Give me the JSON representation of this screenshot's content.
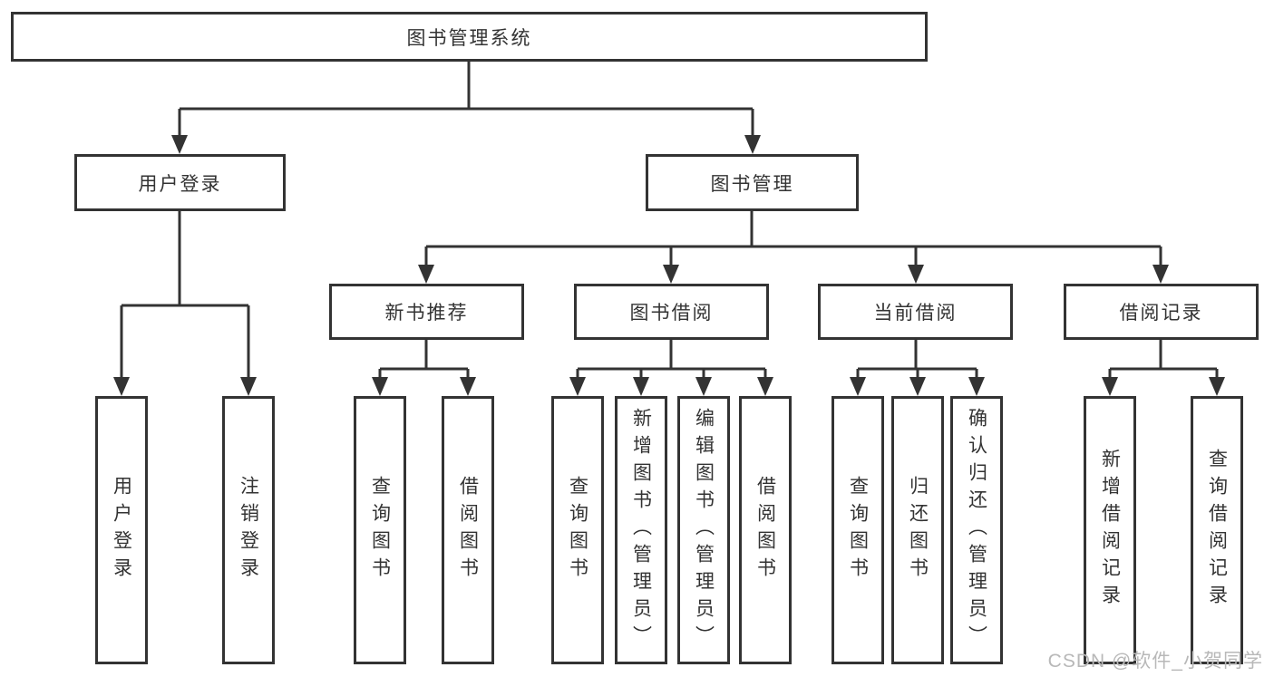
{
  "diagram": {
    "root": {
      "label": "图书管理系统"
    },
    "branches": [
      {
        "label": "用户登录",
        "leaves": [
          {
            "label": "用户登录"
          },
          {
            "label": "注销登录"
          }
        ]
      },
      {
        "label": "图书管理",
        "sections": [
          {
            "label": "新书推荐",
            "leaves": [
              {
                "label": "查询图书"
              },
              {
                "label": "借阅图书"
              }
            ]
          },
          {
            "label": "图书借阅",
            "leaves": [
              {
                "label": "查询图书"
              },
              {
                "label": "新增图书（管理员）"
              },
              {
                "label": "编辑图书（管理员）"
              },
              {
                "label": "借阅图书"
              }
            ]
          },
          {
            "label": "当前借阅",
            "leaves": [
              {
                "label": "查询图书"
              },
              {
                "label": "归还图书"
              },
              {
                "label": "确认归还（管理员）"
              }
            ]
          },
          {
            "label": "借阅记录",
            "leaves": [
              {
                "label": "新增借阅记录"
              },
              {
                "label": "查询借阅记录"
              }
            ]
          }
        ]
      }
    ]
  },
  "watermark": {
    "text": "CSDN @软件_小贺同学"
  },
  "colors": {
    "line": "#333333",
    "text": "#333333",
    "box_background": "#ffffff",
    "page_background": "#ffffff",
    "watermark": "#b8b8b8"
  }
}
